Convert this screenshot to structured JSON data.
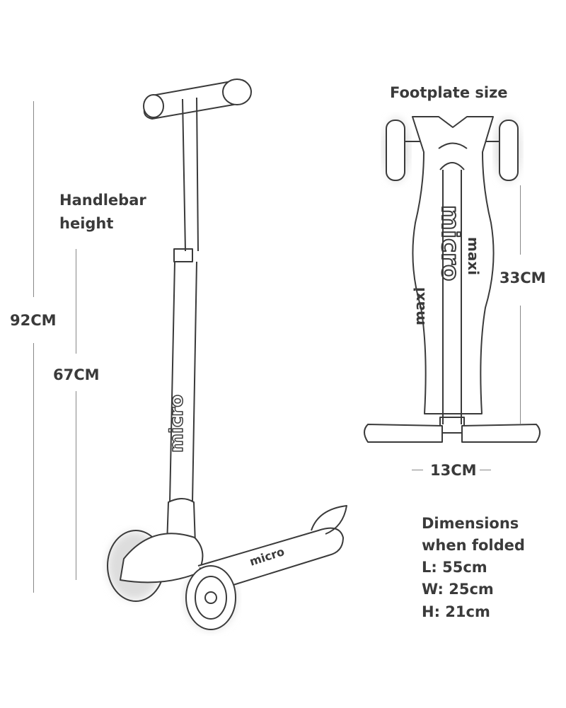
{
  "labels": {
    "footplate_title": "Footplate size",
    "handlebar_line1": "Handlebar",
    "handlebar_line2": "height",
    "max_height": "92CM",
    "min_height": "67CM",
    "footplate_length": "33CM",
    "footplate_width": "13CM"
  },
  "folded": {
    "title_line1": "Dimensions",
    "title_line2": "when folded",
    "length": "L: 55cm",
    "width": "W: 25cm",
    "height": "H: 21cm"
  },
  "logo": {
    "brand": "micro",
    "model": "maxi"
  },
  "colors": {
    "line": "#3a3a3a",
    "glow": "#c8c8c8"
  }
}
